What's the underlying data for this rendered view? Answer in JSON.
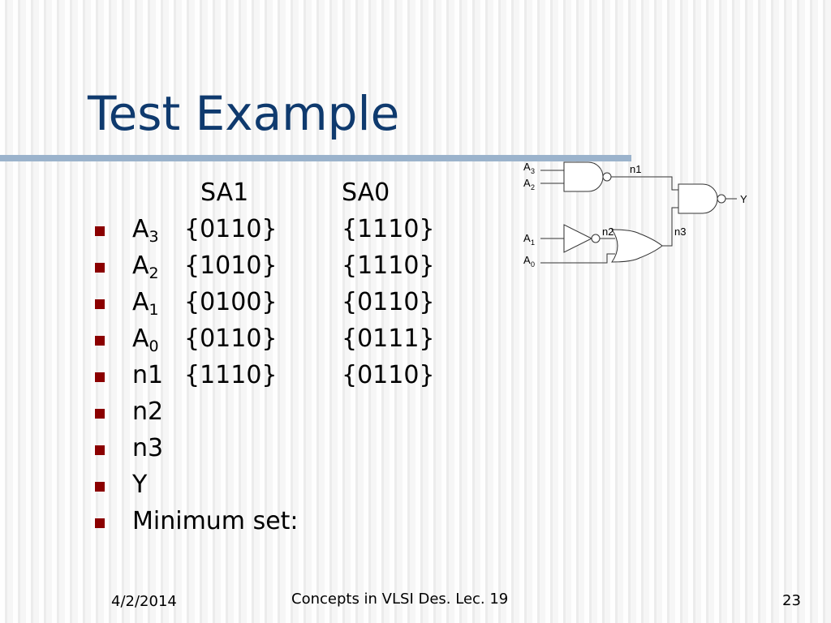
{
  "slide": {
    "title": "Test Example",
    "columns": {
      "sa1": "SA1",
      "sa0": "SA0"
    },
    "rows": [
      {
        "name": "A",
        "sub": "3",
        "sa1": "{0110}",
        "sa0": "{1110}"
      },
      {
        "name": "A",
        "sub": "2",
        "sa1": "{1010}",
        "sa0": "{1110}"
      },
      {
        "name": "A",
        "sub": "1",
        "sa1": "{0100}",
        "sa0": "{0110}"
      },
      {
        "name": "A",
        "sub": "0",
        "sa1": "{0110}",
        "sa0": "{0111}"
      },
      {
        "name": "n1",
        "sub": "",
        "sa1": "{1110}",
        "sa0": "{0110}"
      },
      {
        "name": "n2",
        "sub": "",
        "sa1": "",
        "sa0": ""
      },
      {
        "name": "n3",
        "sub": "",
        "sa1": "",
        "sa0": ""
      },
      {
        "name": "Y",
        "sub": "",
        "sa1": "",
        "sa0": ""
      },
      {
        "name": "Minimum set:",
        "sub": "",
        "sa1": "",
        "sa0": ""
      }
    ],
    "colors": {
      "title": "#0f3a6e",
      "rule": "#9bb3cc",
      "bullet": "#8b0000"
    }
  },
  "circuit": {
    "inputs": [
      {
        "name": "A",
        "sub": "3"
      },
      {
        "name": "A",
        "sub": "2"
      },
      {
        "name": "A",
        "sub": "1"
      },
      {
        "name": "A",
        "sub": "0"
      }
    ],
    "nets": {
      "n1": "n1",
      "n2": "n2",
      "n3": "n3",
      "out": "Y"
    },
    "gates": [
      "nand-gate",
      "inverter",
      "or-gate",
      "nand-gate"
    ]
  },
  "footer": {
    "date": "4/2/2014",
    "course": "Concepts in VLSI Des. Lec. 19",
    "page": "23"
  }
}
